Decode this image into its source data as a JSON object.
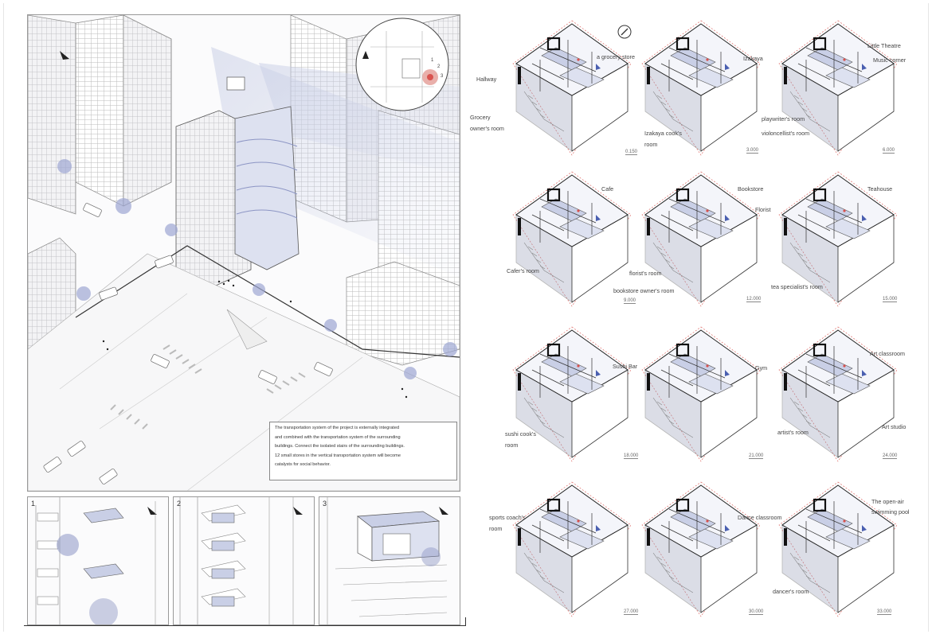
{
  "caption": {
    "lines": [
      "The transportation system of the project is externally integrated",
      "and combined with the transportation system of the surrounding",
      " buildings. Connect the isolated stairs of the surrounding buildings.",
      " 12 small stores in the vertical transportation system will become",
      "catalysts for social behavior."
    ]
  },
  "inset": {
    "labels": [
      "1",
      "2",
      "3"
    ]
  },
  "panels": [
    {
      "number": "1"
    },
    {
      "number": "2"
    },
    {
      "number": "3"
    }
  ],
  "floors": [
    {
      "level": "0.150",
      "labels": [
        "a grocery store",
        "Hallway",
        "Grocery",
        "owner's room"
      ]
    },
    {
      "level": "3.000",
      "labels": [
        "Izakaya",
        "Izakaya cook's",
        "room"
      ]
    },
    {
      "level": "6.000",
      "labels": [
        "Little Theatre",
        "Music corner",
        "playwriter's room",
        "violoncellist's room"
      ]
    },
    {
      "level": "9.000",
      "labels": [
        "Cafe",
        "Cafer's room"
      ]
    },
    {
      "level": "12.000",
      "labels": [
        "Bookstore",
        "Florist",
        "florist's room",
        "bookstore owner's room"
      ]
    },
    {
      "level": "15.000",
      "labels": [
        "Teahouse",
        "tea specialist's room"
      ]
    },
    {
      "level": "18.000",
      "labels": [
        "Sushi Bar",
        "sushi cook's",
        "room"
      ]
    },
    {
      "level": "21.000",
      "labels": [
        "Gym"
      ]
    },
    {
      "level": "24.000",
      "labels": [
        "Art classroom",
        "artist's room",
        "Art studio"
      ]
    },
    {
      "level": "27.000",
      "labels": [
        "sports coach's",
        "room"
      ]
    },
    {
      "level": "30.000",
      "labels": [
        "Dance classroom"
      ]
    },
    {
      "level": "33.000",
      "labels": [
        "The open-air",
        "swimming pool",
        "dancer's room"
      ]
    }
  ],
  "colors": {
    "accent": "#c9cfe6",
    "accent_dark": "#8c95c4",
    "red_marker": "#d9534f",
    "line": "#333333"
  },
  "icons": [
    "north-arrow-icon",
    "compass-icon",
    "tree-icon",
    "car-icon"
  ]
}
